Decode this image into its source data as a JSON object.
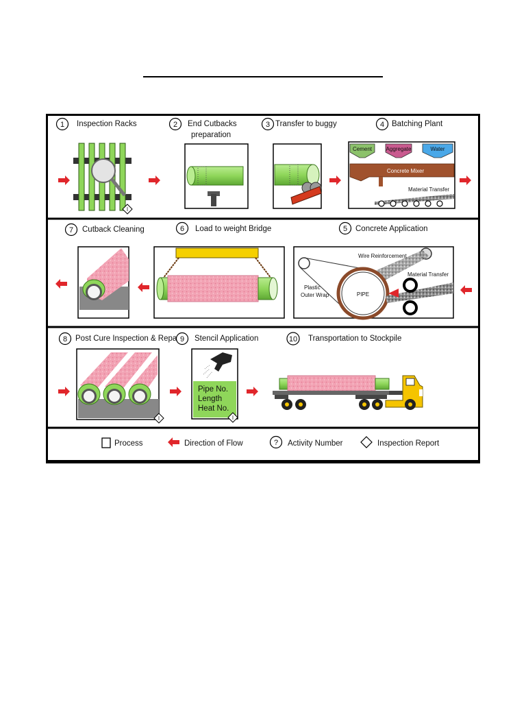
{
  "steps": {
    "s1": {
      "num": "1",
      "label": "Inspection Racks"
    },
    "s2": {
      "num": "2",
      "label_line1": "End Cutbacks",
      "label_line2": "preparation"
    },
    "s3": {
      "num": "3",
      "label": "Transfer to buggy"
    },
    "s4": {
      "num": "4",
      "label": "Batching Plant"
    },
    "s5": {
      "num": "5",
      "label": "Concrete Application"
    },
    "s6": {
      "num": "6",
      "label": "Load to weight Bridge"
    },
    "s7": {
      "num": "7",
      "label": "Cutback Cleaning"
    },
    "s8": {
      "num": "8",
      "label": "Post Cure Inspection & Repair"
    },
    "s9": {
      "num": "9",
      "label": "Stencil Application"
    },
    "s10": {
      "num": "10",
      "label": "Transportation to Stockpile"
    }
  },
  "batching": {
    "cement": "Cement",
    "aggregate": "Aggregate",
    "water": "Water",
    "mixer": "Concrete Mixer",
    "transfer": "Material Transfer"
  },
  "application": {
    "wire": "Wire Reinforcement",
    "plastic_line1": "Plastic",
    "plastic_line2": "Outer Wrap",
    "pipe": "PIPE",
    "transfer": "Material Transfer"
  },
  "stencil": {
    "line1": "Pipe No.",
    "line2": "Length",
    "line3": "Heat No."
  },
  "inspection_marker": "I",
  "legend": {
    "process": "Process",
    "flow": "Direction of Flow",
    "activity_symbol": "?",
    "activity": "Activity Number",
    "inspection": "Inspection Report"
  },
  "colors": {
    "pipe_green": "#8fd65a",
    "concrete_pink": "#f2a3b4",
    "arrow_red": "#e0262b",
    "truck_yellow": "#f5c400",
    "cement_box": "#8cc26b",
    "aggregate_box": "#c95a8f",
    "water_box": "#4aa8e8",
    "mixer_brown": "#a0522d"
  }
}
